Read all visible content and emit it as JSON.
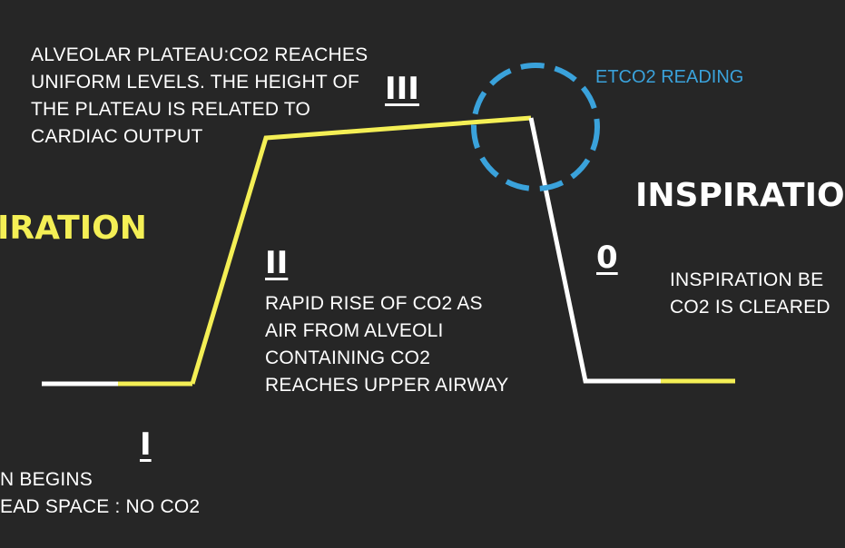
{
  "colors": {
    "background": "#262626",
    "text": "#ffffff",
    "accent_yellow": "#f4ef55",
    "etco2_blue": "#3aa2db"
  },
  "labels": {
    "expiration_partial": "IRATION",
    "inspiration_partial": "INSPIRATIO",
    "etco2_reading": "ETCO2 READING"
  },
  "phases": {
    "phase_1": {
      "numeral": "I",
      "description": [
        "N BEGINS",
        "EAD SPACE : NO CO2"
      ]
    },
    "phase_2": {
      "numeral": "II",
      "description": [
        "RAPID RISE OF CO2 AS",
        "AIR FROM ALVEOLI",
        "CONTAINING CO2",
        "REACHES UPPER AIRWAY"
      ]
    },
    "phase_3": {
      "numeral": "III",
      "description": [
        "ALVEOLAR PLATEAU:CO2 REACHES",
        "UNIFORM LEVELS. THE HEIGHT OF",
        "THE PLATEAU IS RELATED TO",
        "CARDIAC OUTPUT"
      ]
    },
    "phase_0": {
      "numeral": "0",
      "description": [
        "INSPIRATION BE",
        "CO2 IS CLEARED"
      ]
    }
  }
}
